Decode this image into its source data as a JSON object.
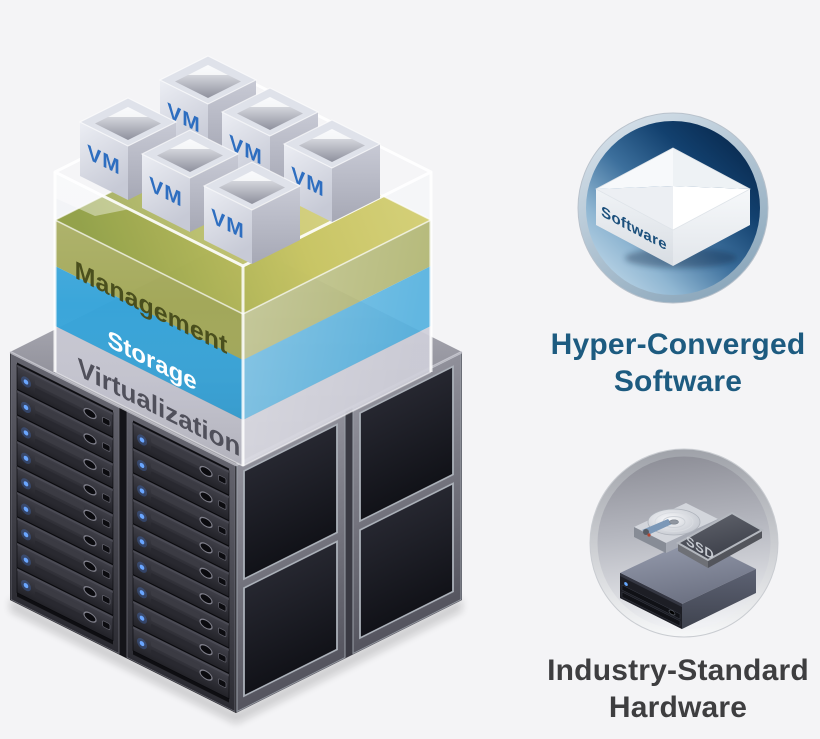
{
  "background_color": "#f4f4f6",
  "stack": {
    "vm": {
      "label": "VM",
      "count": 6,
      "label_color": "#2e6ec0"
    },
    "layers": [
      {
        "label": "Management",
        "color": "#a2a757",
        "text_color": "#4a4f1d"
      },
      {
        "label": "Storage",
        "color": "#35a3d9",
        "text_color": "#ffffff"
      },
      {
        "label": "Virtualization",
        "color": "#c7c7d3",
        "text_color": "#50505b"
      }
    ],
    "server": {
      "towers_front": 2,
      "bays_per_tower": 9,
      "side_panels_per_tower": 2,
      "led_color": "#6aa6ff"
    }
  },
  "right_panel": {
    "software": {
      "badge_label": "Software",
      "badge_label_color": "#1c507c",
      "badge_gradient_light": "#d7e8f3",
      "badge_gradient_dark": "#0a2c52",
      "title_line1": "Hyper-Converged",
      "title_line2": "Software",
      "title_color": "#1d5b80"
    },
    "hardware": {
      "ssd_label": "SSD",
      "ssd_label_color": "#c6cad1",
      "title_line1": "Industry-Standard",
      "title_line2": "Hardware",
      "title_color": "#3e3e40"
    }
  }
}
